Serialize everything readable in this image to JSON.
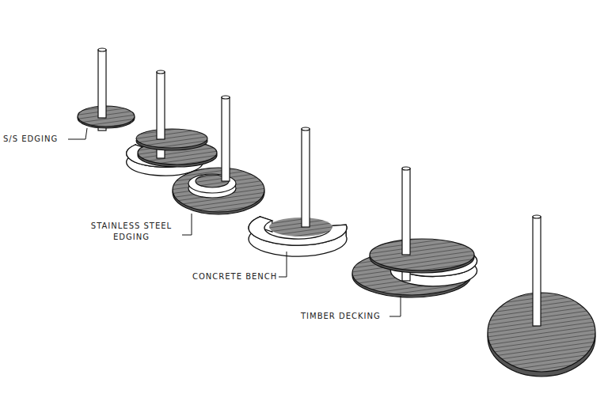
{
  "diagram": {
    "labels": [
      "S/S EDGING",
      "STAINLESS STEEL EDGING",
      "CONCRETE BENCH",
      "TIMBER DECKING"
    ]
  }
}
